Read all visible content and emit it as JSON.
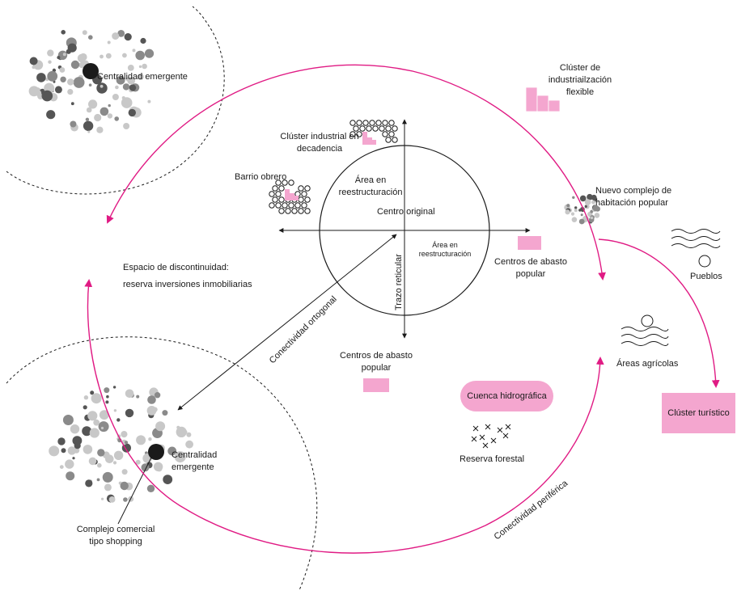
{
  "colors": {
    "accent": "#e01b84",
    "pink_fill": "#f4a6cf",
    "dot_dark": "#555555",
    "dot_mid": "#8a8a8a",
    "dot_light": "#c8c8c8",
    "stroke": "#1a1a1a"
  },
  "labels": {
    "centralidad_top": "Centralidad emergente",
    "cluster_flex_l1": "Clúster de",
    "cluster_flex_l2": "industriailzación",
    "cluster_flex_l3": "flexible",
    "cluster_decad_l1": "Clúster industrial en",
    "cluster_decad_l2": "decadencia",
    "barrio_obrero": "Barrio obrero",
    "area_reestr_l1": "Área en",
    "area_reestr_l2": "reestructuración",
    "centro_original": "Centro original",
    "area_reestr_small_l1": "Área en",
    "area_reestr_small_l2": "reestructuración",
    "nuevo_complejo_l1": "Nuevo complejo de",
    "nuevo_complejo_l2": "habitación popular",
    "centros_abasto_right_l1": "Centros de abasto",
    "centros_abasto_right_l2": "popular",
    "pueblos": "Pueblos",
    "espacio_l1": "Espacio de discontinuidad:",
    "espacio_l2": "reserva inversiones inmobiliarias",
    "trazo_reticular": "Trazo reticular",
    "conectividad_ortogonal": "Conectividad ortogonal",
    "centros_abasto_bottom_l1": "Centros de abasto",
    "centros_abasto_bottom_l2": "popular",
    "areas_agricolas": "Áreas agrícolas",
    "cuenca": "Cuenca hidrográfica",
    "cluster_turistico": "Clúster turístico",
    "reserva_forestal": "Reserva forestal",
    "centralidad_bottom_l1": "Centralidad",
    "centralidad_bottom_l2": "emergente",
    "complejo_l1": "Complejo comercial",
    "complejo_l2": "tipo shopping",
    "conectividad_periferica": "Conectividad periférica"
  }
}
